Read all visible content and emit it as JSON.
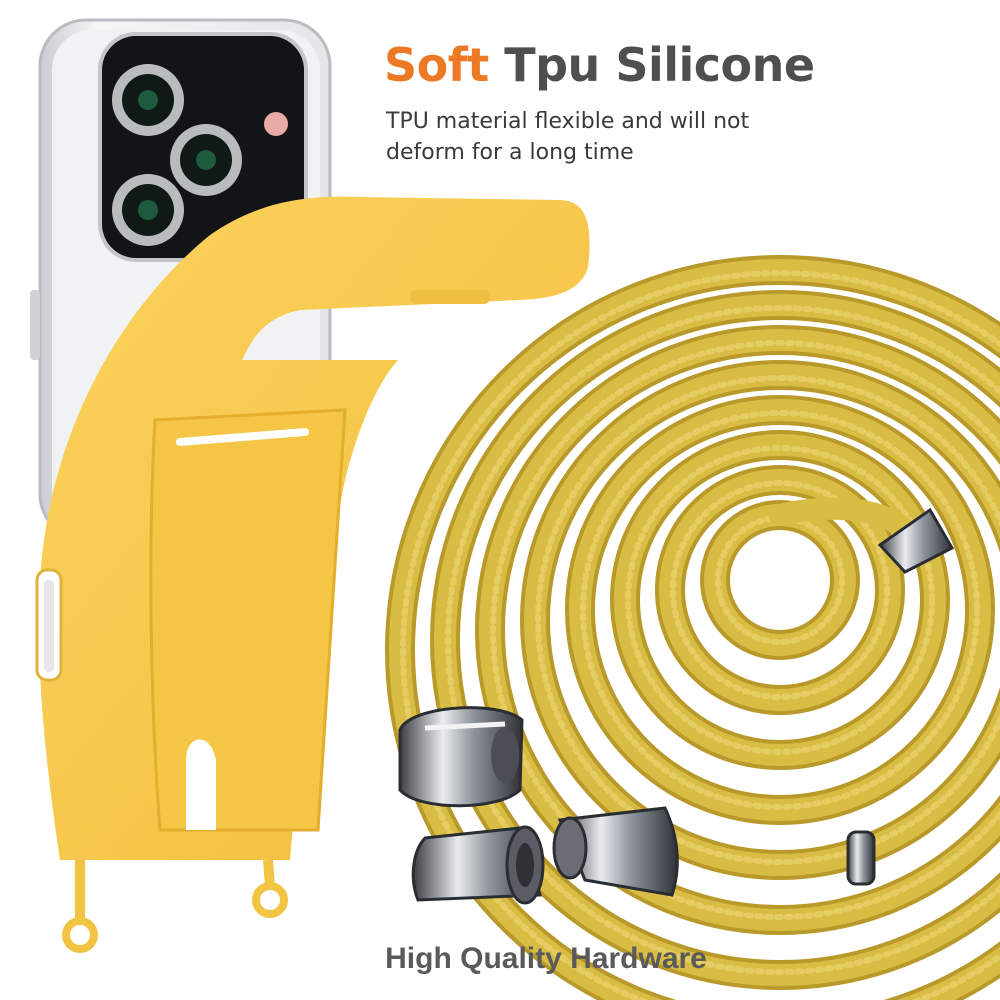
{
  "headline": {
    "accent": "Soft",
    "rest": "Tpu Silicone"
  },
  "description": "TPU material flexible and will not deform for a long time",
  "footer": "High Quality Hardware",
  "colors": {
    "accent": "#ec7a25",
    "headline_gray": "#4f4f4f",
    "case_yellow": "#f7c94a",
    "cord_yellow": "#c9aa32",
    "metal": "#9aa0a6"
  },
  "objects": [
    "phone-with-triple-camera",
    "yellow-silicone-case-with-card-slot",
    "coiled-yellow-lanyard-cord",
    "metal-cord-ends",
    "metal-slide-clip"
  ]
}
